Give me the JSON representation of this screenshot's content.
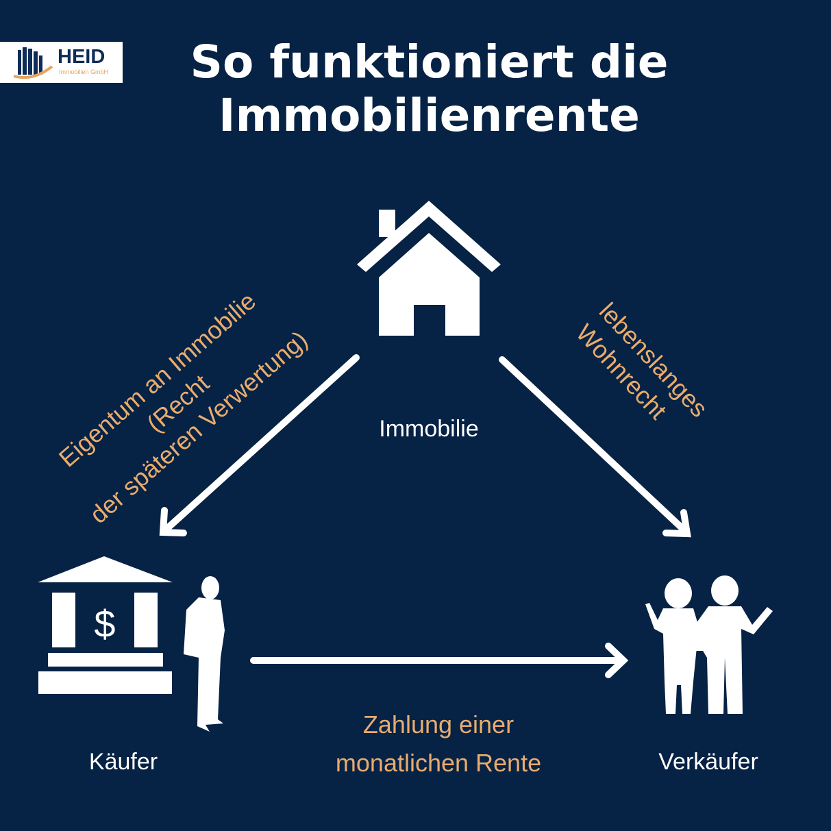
{
  "logo": {
    "name": "HEID",
    "subtitle": "Immobilien GmbH"
  },
  "title": [
    "So funktioniert die",
    "Immobilienrente"
  ],
  "nodes": {
    "property": "Immobilie",
    "buyer": "Käufer",
    "seller": "Verkäufer"
  },
  "edges": {
    "property_to_buyer": [
      "Eigentum an Immobilie (Recht",
      "der späteren Verwertung)"
    ],
    "property_to_seller": [
      "lebenslanges",
      "Wohnrecht"
    ],
    "buyer_to_seller": [
      "Zahlung einer",
      "monatlichen Rente"
    ]
  },
  "colors": {
    "background": "#062244",
    "accent": "#e8ac6f",
    "text": "#ffffff"
  }
}
